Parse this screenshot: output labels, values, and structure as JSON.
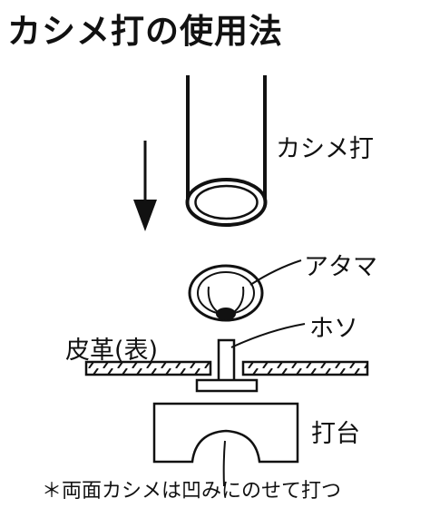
{
  "title": "カシメ打の使用法",
  "labels": {
    "punch": "カシメ打",
    "head": "アタマ",
    "post": "ホソ",
    "leather": "皮革(表)",
    "anvil": "打台"
  },
  "note": "＊両面カシメは凹みにのせて打つ"
}
